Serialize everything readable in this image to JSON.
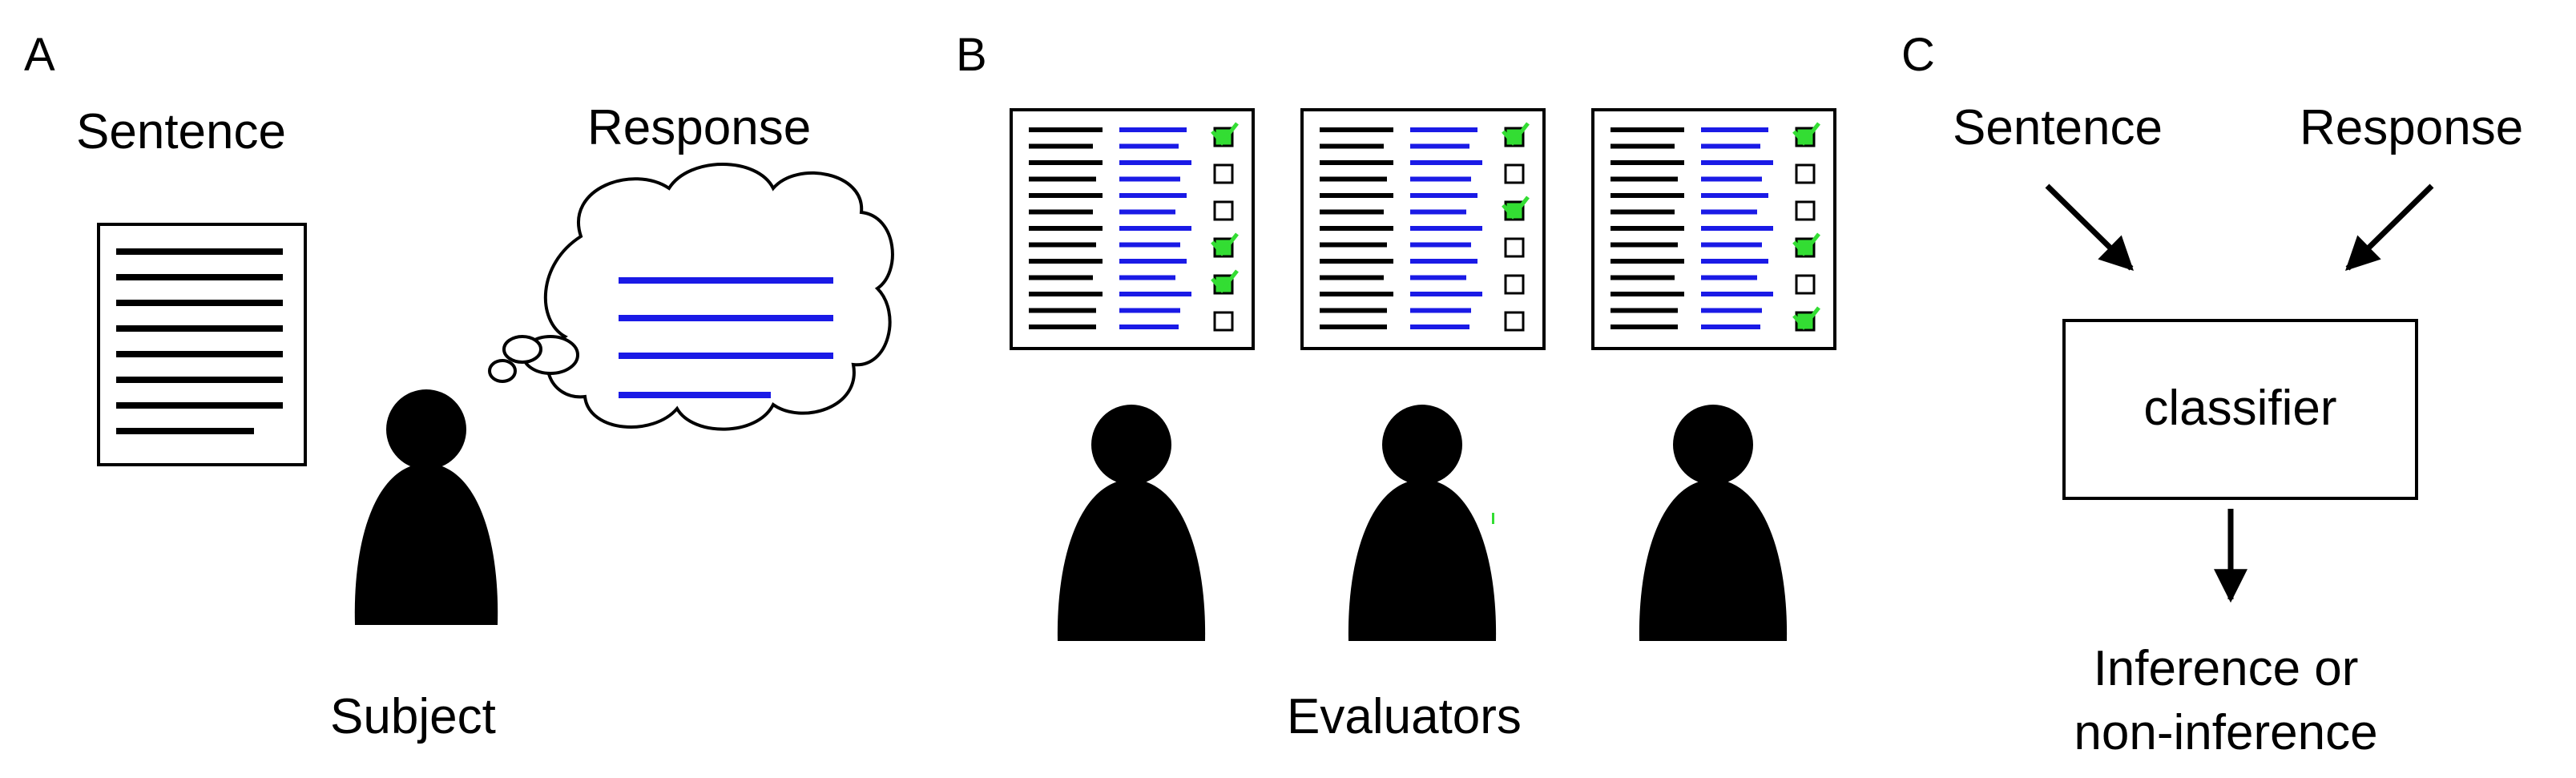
{
  "panels": {
    "a": {
      "letter": "A",
      "sentence_label": "Sentence",
      "response_label": "Response",
      "subject_label": "Subject"
    },
    "b": {
      "letter": "B",
      "evaluators_label": "Evaluators",
      "checklists": [
        {
          "checked": [
            true,
            false,
            false,
            true,
            true,
            false
          ]
        },
        {
          "checked": [
            true,
            false,
            true,
            false,
            false,
            false
          ]
        },
        {
          "checked": [
            true,
            false,
            false,
            true,
            false,
            true
          ]
        }
      ]
    },
    "c": {
      "letter": "C",
      "sentence_label": "Sentence",
      "response_label": "Response",
      "classifier_label": "classifier",
      "output_line1": "Inference or",
      "output_line2": "non-inference"
    }
  },
  "colors": {
    "ink": "#000000",
    "response_lines": "#1a1ae6",
    "check_mark": "#33dd33"
  }
}
